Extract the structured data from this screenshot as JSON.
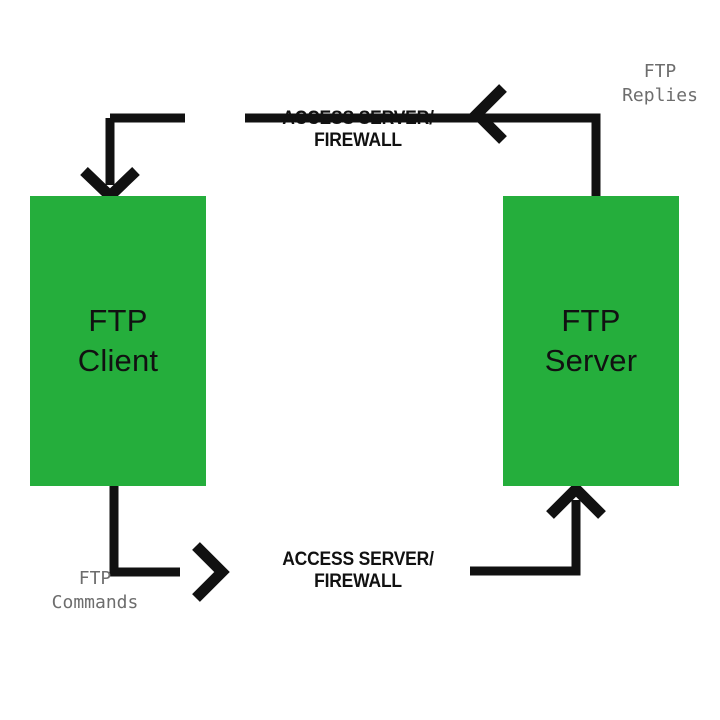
{
  "diagram": {
    "title": "FTP Client / FTP Server access server firewall flow",
    "background_color": "#ffffff",
    "node_color": "#25ae3c",
    "line_color": "#111111",
    "mono_label_color": "#6d6d6d",
    "nodes": [
      {
        "id": "ftp-client",
        "line1": "FTP",
        "line2": "Client"
      },
      {
        "id": "ftp-server",
        "line1": "FTP",
        "line2": "Server"
      }
    ],
    "edge_labels": [
      {
        "id": "access-top",
        "line1": "ACCESS SERVER/",
        "line2": "FIREWALL"
      },
      {
        "id": "access-bottom",
        "line1": "ACCESS SERVER/",
        "line2": "FIREWALL"
      }
    ],
    "flow_labels": [
      {
        "id": "ftp-replies",
        "line1": "FTP",
        "line2": "Replies"
      },
      {
        "id": "ftp-commands",
        "line1": "FTP",
        "line2": "Commands"
      }
    ]
  }
}
